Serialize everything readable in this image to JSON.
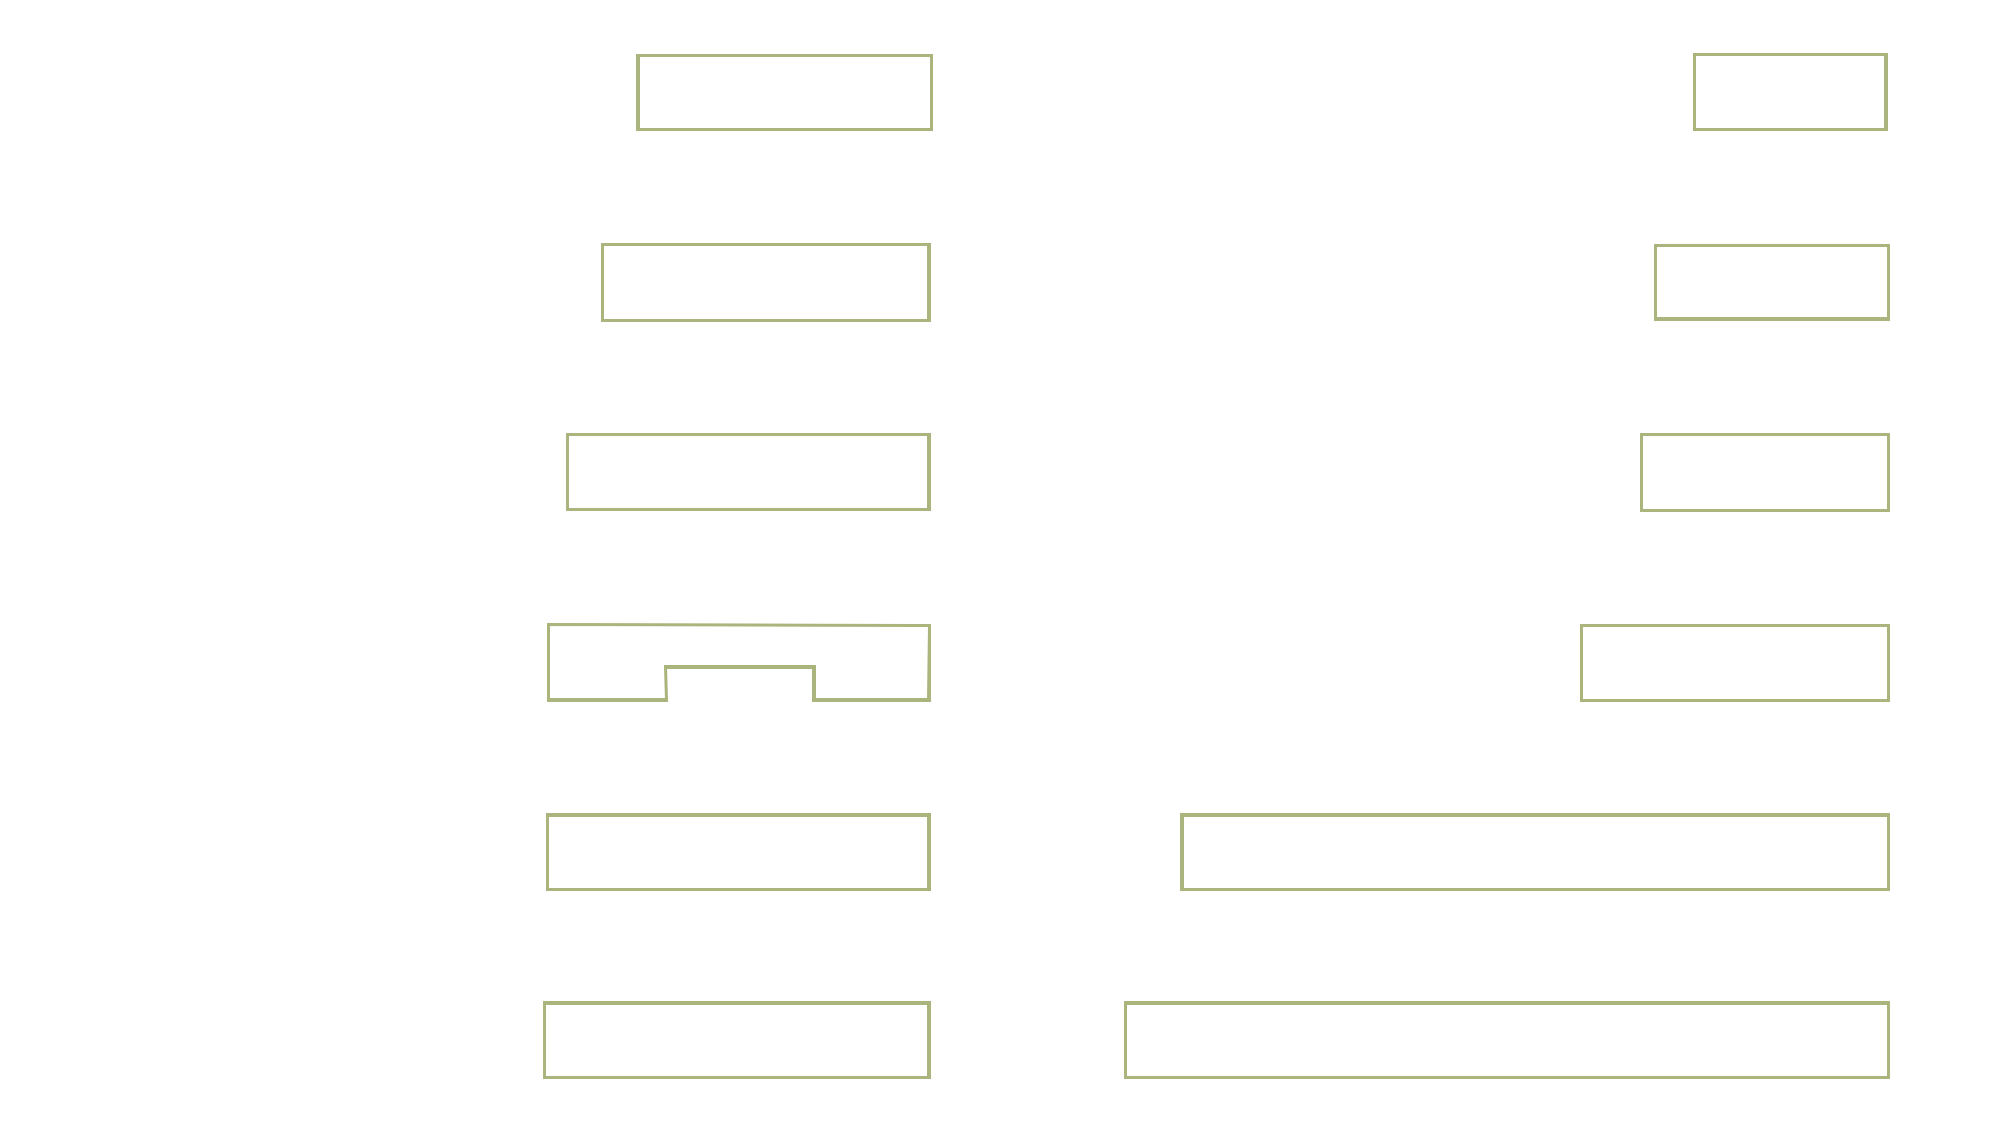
{
  "colors": {
    "background": "#ffffff",
    "stroke": "#a9b57c"
  },
  "diagram": {
    "left_column": {
      "boxes": [
        {
          "id": "left-box-1",
          "text": ""
        },
        {
          "id": "left-box-2",
          "text": ""
        },
        {
          "id": "left-box-3",
          "text": ""
        },
        {
          "id": "left-box-4-notched",
          "text": ""
        },
        {
          "id": "left-box-5",
          "text": ""
        },
        {
          "id": "left-box-6",
          "text": ""
        }
      ]
    },
    "right_column": {
      "boxes": [
        {
          "id": "right-box-1",
          "text": ""
        },
        {
          "id": "right-box-2",
          "text": ""
        },
        {
          "id": "right-box-3",
          "text": ""
        },
        {
          "id": "right-box-4",
          "text": ""
        },
        {
          "id": "right-box-5",
          "text": ""
        },
        {
          "id": "right-box-6",
          "text": ""
        }
      ]
    }
  }
}
